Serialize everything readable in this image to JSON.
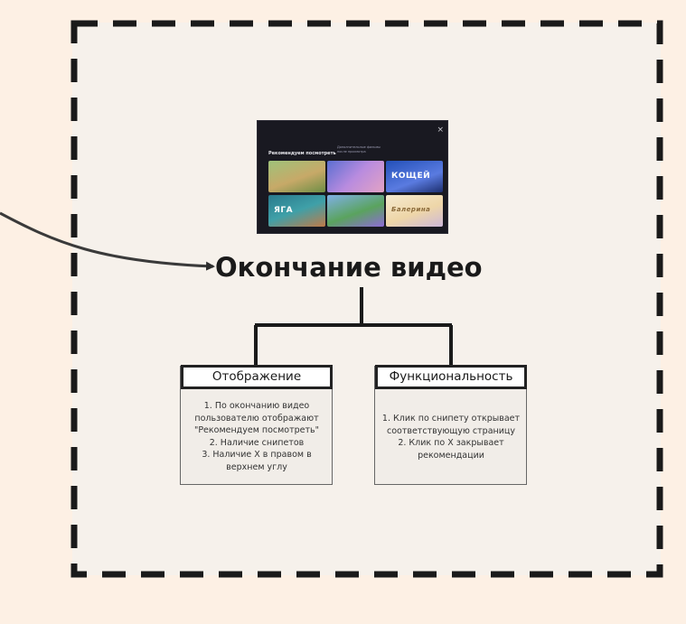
{
  "page": {
    "background": "#fdf0e4",
    "frame_fill": "#f6f1eb",
    "border_color": "#1a1a1a"
  },
  "thumbnail": {
    "title": "Рекомендуем посмотреть",
    "subtitle_line1": "Дополнительные фильмы",
    "subtitle_line2": "после просмотра",
    "close_glyph": "×",
    "snippet_titles": [
      "",
      "",
      "КОЩЕЙ",
      "ЯГА",
      "",
      "Балерина"
    ]
  },
  "main_title": "Окончание видео",
  "boxes": {
    "display": {
      "header": "Отображение",
      "lines": [
        "1. По окончанию видео",
        "пользователю отображают",
        "\"Рекомендуем посмотреть\"",
        "2.  Наличие снипетов",
        "3. Наличие Х в правом в",
        "верхнем углу"
      ]
    },
    "functionality": {
      "header": "Функциональность",
      "lines": [
        "1. Клик по снипету открывает",
        "соответствующую страницу",
        "2. Клик по Х закрывает",
        "рекомендации"
      ]
    }
  }
}
